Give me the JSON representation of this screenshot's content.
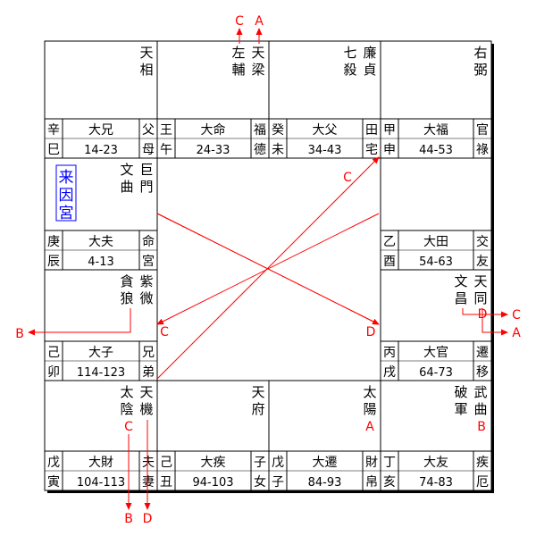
{
  "cells": [
    {
      "id": "si",
      "stars": [
        "天相"
      ],
      "gan": "辛",
      "zhi": "巳",
      "palace": "大兄",
      "age": "14-23",
      "role": [
        "父",
        "母"
      ]
    },
    {
      "id": "wu",
      "stars": [
        "左輔",
        "天梁"
      ],
      "gan": "王",
      "zhi": "午",
      "palace": "大命",
      "age": "24-33",
      "role": [
        "福",
        "德"
      ]
    },
    {
      "id": "wei",
      "stars": [
        "七殺",
        "廉貞"
      ],
      "gan": "癸",
      "zhi": "未",
      "palace": "大父",
      "age": "34-43",
      "role": [
        "田",
        "宅"
      ]
    },
    {
      "id": "shen",
      "stars": [
        "右弼"
      ],
      "gan": "甲",
      "zhi": "申",
      "palace": "大福",
      "age": "44-53",
      "role": [
        "官",
        "祿"
      ]
    },
    {
      "id": "chen",
      "stars": [
        "文曲",
        "巨門"
      ],
      "gan": "庚",
      "zhi": "辰",
      "palace": "大夫",
      "age": "4-13",
      "role": [
        "命",
        "宮"
      ]
    },
    {
      "id": "you",
      "stars": [],
      "gan": "乙",
      "zhi": "酉",
      "palace": "大田",
      "age": "54-63",
      "role": [
        "交",
        "友"
      ]
    },
    {
      "id": "mao",
      "stars": [
        "貪狼",
        "紫微"
      ],
      "gan": "己",
      "zhi": "卯",
      "palace": "大子",
      "age": "114-123",
      "role": [
        "兄",
        "弟"
      ]
    },
    {
      "id": "xu",
      "stars": [
        "文昌",
        "天同"
      ],
      "gan": "丙",
      "zhi": "戌",
      "palace": "大官",
      "age": "64-73",
      "role": [
        "遷",
        "移"
      ]
    },
    {
      "id": "yin",
      "stars": [
        "太陰",
        "天機"
      ],
      "gan": "戊",
      "zhi": "寅",
      "palace": "大財",
      "age": "104-113",
      "role": [
        "夫",
        "妻"
      ]
    },
    {
      "id": "chou",
      "stars": [
        "天府"
      ],
      "gan": "己",
      "zhi": "丑",
      "palace": "大疾",
      "age": "94-103",
      "role": [
        "子",
        "女"
      ]
    },
    {
      "id": "zi",
      "stars": [
        "太陽"
      ],
      "gan": "戊",
      "zhi": "子",
      "palace": "大遷",
      "age": "84-93",
      "role": [
        "財",
        "帛"
      ]
    },
    {
      "id": "hai",
      "stars": [
        "破軍",
        "武曲"
      ],
      "gan": "丁",
      "zhi": "亥",
      "palace": "大友",
      "age": "74-83",
      "role": [
        "疾",
        "厄"
      ]
    }
  ],
  "origin_badge": "来因宮",
  "markers": {
    "top_C": "C",
    "top_A": "A",
    "left_B": "B",
    "inner_C_left": "C",
    "inner_C_right": "C",
    "inner_D_right": "D",
    "right_C": "C",
    "right_A": "A",
    "bottom_B": "B",
    "bottom_D": "D",
    "yin_C": "C",
    "zi_A": "A",
    "hai_B": "B"
  },
  "colors": {
    "line": "#000000",
    "accent": "#ff0000",
    "badge": "#0000ff"
  }
}
